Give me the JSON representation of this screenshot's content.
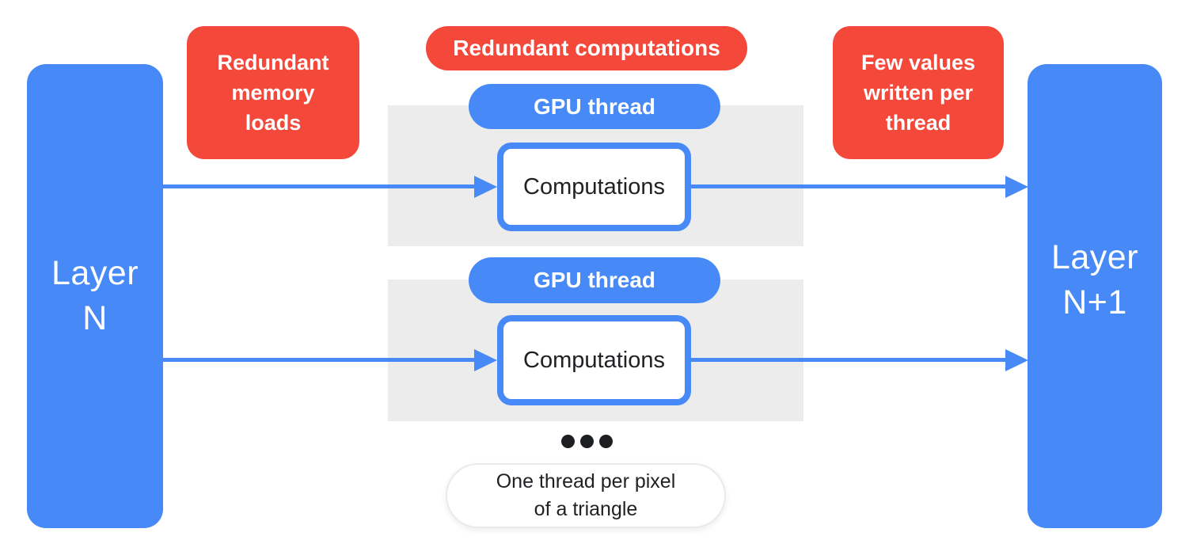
{
  "colors": {
    "accent_blue": "#4689F7",
    "accent_red": "#F4483B",
    "strip_gray": "#ECECEC",
    "text_dark": "#202124",
    "text_white": "#FFFFFF"
  },
  "layers": {
    "left": {
      "lines": [
        "Layer",
        "N"
      ]
    },
    "right": {
      "lines": [
        "Layer",
        "N+1"
      ]
    }
  },
  "badges": {
    "memory": {
      "lines": [
        "Redundant",
        "memory",
        "loads"
      ]
    },
    "computations": {
      "label": "Redundant computations"
    },
    "few_values": {
      "lines": [
        "Few values",
        "written per",
        "thread"
      ]
    }
  },
  "threads": [
    {
      "pill_label": "GPU thread",
      "box_label": "Computations"
    },
    {
      "pill_label": "GPU thread",
      "box_label": "Computations"
    }
  ],
  "ellipsis": {
    "dot_count": 3
  },
  "caption": {
    "lines": [
      "One thread per pixel",
      "of a triangle"
    ]
  }
}
